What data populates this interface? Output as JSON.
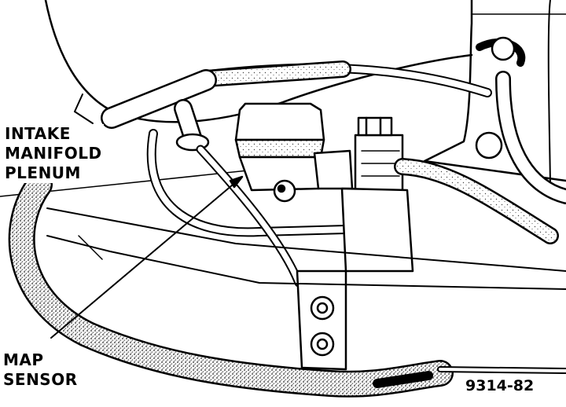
{
  "labels": {
    "intake_manifold_plenum": [
      "INTAKE",
      "MANIFOLD",
      "PLENUM"
    ],
    "map_sensor": [
      "MAP",
      "SENSOR"
    ]
  },
  "figure_number": "9314-82",
  "colors": {
    "line": "#000000",
    "background": "#ffffff",
    "stipple": "#7a7a7a"
  }
}
